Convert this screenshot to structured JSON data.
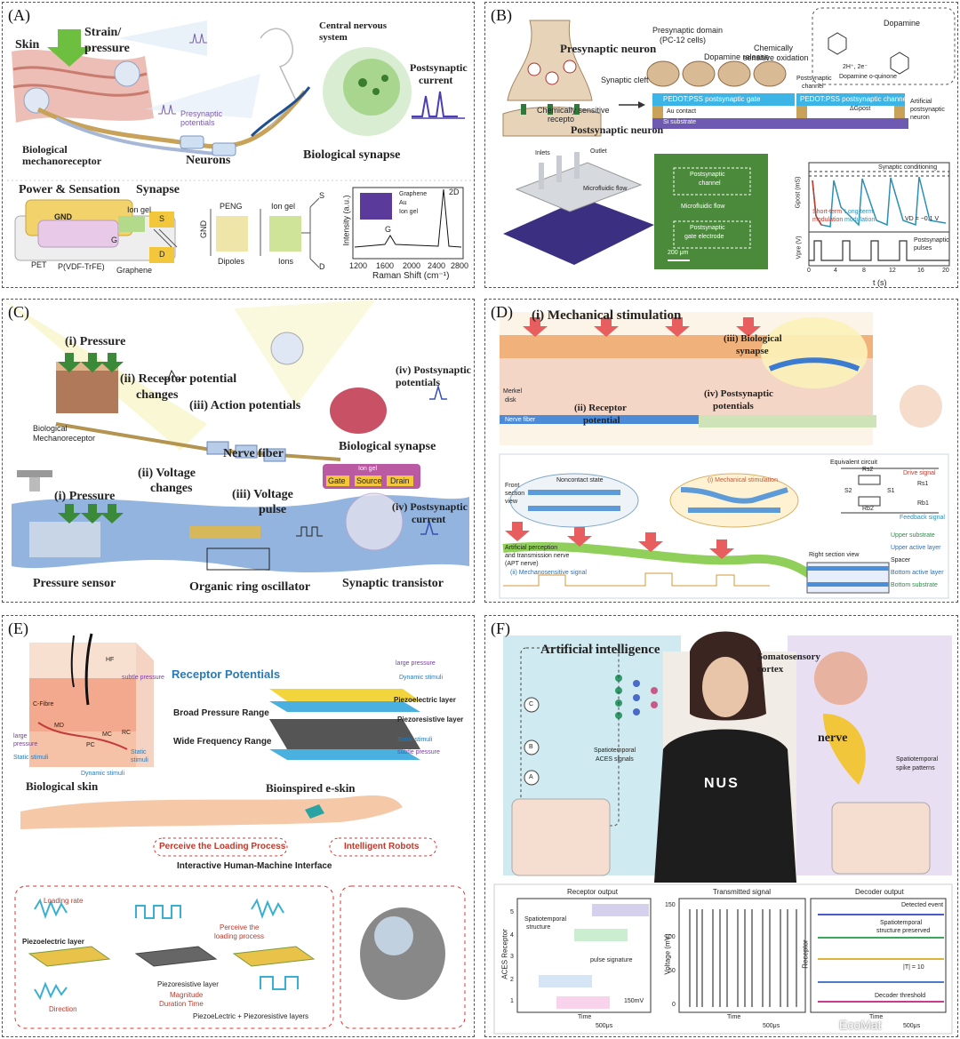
{
  "panelA": {
    "label": "(A)",
    "skin": "Skin",
    "strain": "Strain/",
    "pressure": "pressure",
    "cns1": "Central nervous",
    "cns2": "system",
    "postsyn1": "Postsynaptic",
    "postsyn2": "current",
    "presyn1": "Presynaptic",
    "presyn2": "potentials",
    "mech1": "Biological",
    "mech2": "mechanoreceptor",
    "neurons": "Neurons",
    "synapse": "Biological synapse",
    "power": "Power & Sensation",
    "synapse2": "Synapse",
    "gnd": "GND",
    "iongel": "Ion gel",
    "s": "S",
    "g": "G",
    "d": "D",
    "pet": "PET",
    "pvdf": "P(VDF-TrFE)",
    "graphene": "Graphene",
    "peng": "PENG",
    "iongel2": "Ion gel",
    "gnd2": "GND",
    "dipoles": "Dipoles",
    "ions": "Ions",
    "s2": "S",
    "d2": "D",
    "raman_ylabel": "Intensity (a.u.)",
    "raman_xlabel": "Raman Shift (cm⁻¹)",
    "raman_2d": "2D",
    "raman_g": "G",
    "leg_graphene": "Graphene",
    "leg_au": "Au",
    "leg_iongel": "Ion gel",
    "raman_ticks": [
      "1200",
      "1600",
      "2000",
      "2400",
      "2800"
    ]
  },
  "panelB": {
    "label": "(B)",
    "presyn": "Presynaptic neuron",
    "presyn_domain1": "Presynaptic domain",
    "presyn_domain2": "(PC-12 cells)",
    "dopamine_release": "Dopamine release",
    "chem_ox1": "Chemically",
    "chem_ox2": "sensitive oxidation",
    "dopamine": "Dopamine",
    "quinone": "Dopamine o-quinone",
    "redox": "2H⁺, 2e⁻",
    "cleft": "Synaptic cleft",
    "chem_rec1": "Chemically sensitive",
    "chem_rec2": "recepto",
    "postsyn": "Postsynaptic neuron",
    "gate": "PEDOT:PSS postsynaptic gate",
    "channel1": "Postsynaptic",
    "channel2": "channel",
    "channel3": "PEDOT:PSS postsynaptic channel",
    "dg": "ΔGpost",
    "au": "Au contact",
    "si": "Si substrate",
    "art1": "Artificial",
    "art2": "postsynaptic",
    "art3": "neuron",
    "inlets": "Inlets",
    "outlet": "Outlet",
    "flow": "Microfluidic flow",
    "m_channel1": "Postsynaptic",
    "m_channel2": "channel",
    "m_flow": "Microfluidic flow",
    "m_gate1": "Postsynaptic",
    "m_gate2": "gate electrode",
    "scale": "200 μm",
    "conditioning": "Synaptic conditioning",
    "st1": "Short-term",
    "st2": "modulation",
    "lt1": "Long-term",
    "lt2": "modulation",
    "vd": "VD = −0.1 V",
    "pulses1": "Postsynaptic",
    "pulses2": "pulses",
    "gpost": "Gpost (mS)",
    "vpre": "Vpre (V)",
    "tlabel": "t (s)",
    "xticks": [
      "0",
      "4",
      "8",
      "12",
      "16",
      "20"
    ]
  },
  "panelC": {
    "label": "(C)",
    "pressure": "(i) Pressure",
    "receptor1": "(ii) Receptor potential",
    "receptor2": "changes",
    "action": "(iii) Action potentials",
    "postsyn1": "(iv) Postsynaptic",
    "postsyn2": "potentials",
    "mech1": "Biological",
    "mech2": "Mechanoreceptor",
    "nerve": "Nerve fiber",
    "synapse": "Biological synapse",
    "pressure2": "(i) Pressure",
    "voltage1": "(ii) Voltage",
    "voltage2": "changes",
    "pulse1": "(iii) Voltage",
    "pulse2": "pulse",
    "iongel": "Ion gel",
    "gate": "Gate",
    "source": "Source",
    "drain": "Drain",
    "current1": "(iv) Postsynaptic",
    "current2": "current",
    "sensor": "Pressure sensor",
    "oscillator": "Organic ring oscillator",
    "transistor": "Synaptic transistor"
  },
  "panelD": {
    "label": "(D)",
    "mech": "(i) Mechanical stimulation",
    "bio_syn1": "(iii) Biological",
    "bio_syn2": "synapse",
    "merkel1": "Merkel",
    "merkel2": "disk",
    "receptor1": "(ii) Receptor",
    "receptor2": "potential",
    "postsyn1": "(iv) Postsynaptic",
    "postsyn2": "potentials",
    "nerve": "Nerve fiber",
    "noncontact": "Noncontact state",
    "mech_stim": "(i) Mechanical stimulation",
    "front1": "Front",
    "front2": "section",
    "front3": "view",
    "equiv": "Equivalent circuit",
    "drive": "Drive signal",
    "feedback": "Feedback signal",
    "s2": "S2",
    "s1": "S1",
    "rs2": "Rs2",
    "rs1": "Rs1",
    "rb2": "Rb2",
    "rb1": "Rb1",
    "apt1": "Artificial perception",
    "apt2": "and transmission nerve",
    "apt3": "(APT nerve)",
    "mechano_sig": "(ii) Mechanosensitive signal",
    "right_view": "Right section view",
    "upper_sub": "Upper substrate",
    "upper_act": "Upper active layer",
    "spacer": "Spacer",
    "bottom_act": "Bottom active layer",
    "bottom_sub": "Bottom substrate"
  },
  "panelE": {
    "label": "(E)",
    "receptor": "Receptor Potentials",
    "hf": "HF",
    "subtle": "subtle pressure",
    "cfibre": "C-Fibre",
    "md": "MD",
    "mc": "MC",
    "rc": "RC",
    "pc": "PC",
    "large1": "large",
    "large2": "pressure",
    "static_s": "Static stimuli",
    "static1": "Static",
    "static2": "stimuli",
    "dynamic": "Dynamic stimuli",
    "bioskin": "Biological skin",
    "broad": "Broad Pressure Range",
    "wide": "Wide Frequency Range",
    "r_large": "large pressure",
    "r_dynamic": "Dynamic stimuli",
    "piezoelectric": "Piezoelectric layer",
    "piezoresistive": "Piezoresistive layer",
    "r_static": "Static stimuli",
    "r_subtle": "subtle pressure",
    "eskin": "Bioinspired e-skin",
    "perceive": "Perceive the Loading Process",
    "robots": "Intelligent Robots",
    "hmi": "Interactive Human-Machine Interface",
    "loading": "Loading rate",
    "pe_layer": "Piezoelectric layer",
    "direction": "Direction",
    "pr_layer": "Piezoresistive layer",
    "magnitude1": "Magnitude",
    "magnitude2": "Duration Time",
    "perceive1": "Perceive the",
    "perceive2": "loading process",
    "both": "PiezoeLectric + Piezoresistive  layers"
  },
  "panelF": {
    "label": "(F)",
    "ai": "Artificial intelligence",
    "soma1": "Somatosensory",
    "soma2": "cortex",
    "nerve": "nerve",
    "aces1": "Spatiotemporal",
    "aces2": "ACES signals",
    "spike1": "Spatiotemporal",
    "spike2": "spike patterns",
    "shirt": "NUS",
    "c": "C",
    "b": "B",
    "a": "A",
    "pa_title": "Receptor output",
    "pb_title": "Transmitted signal",
    "pc_title": "Decoder output",
    "pa_y": "ACES Receptor",
    "pb_y": "Voltage (mV)",
    "pc_y": "Receptor",
    "spatio1": "Spatiotemporal",
    "spatio2": "structure",
    "pulse_sig": "pulse signature",
    "scale_a": "150mV",
    "time": "Time",
    "t500": "500μs",
    "detected": "Detected event",
    "preserved1": "Spatiotemporal",
    "preserved2": "structure preserved",
    "tvals": "|T| = 10",
    "thresh": "Decoder threshold",
    "yticks_a": [
      "5",
      "4",
      "3",
      "2",
      "1"
    ],
    "yticks_b": [
      "150",
      "100",
      "50",
      "0"
    ],
    "watermark": "EcoMat"
  }
}
